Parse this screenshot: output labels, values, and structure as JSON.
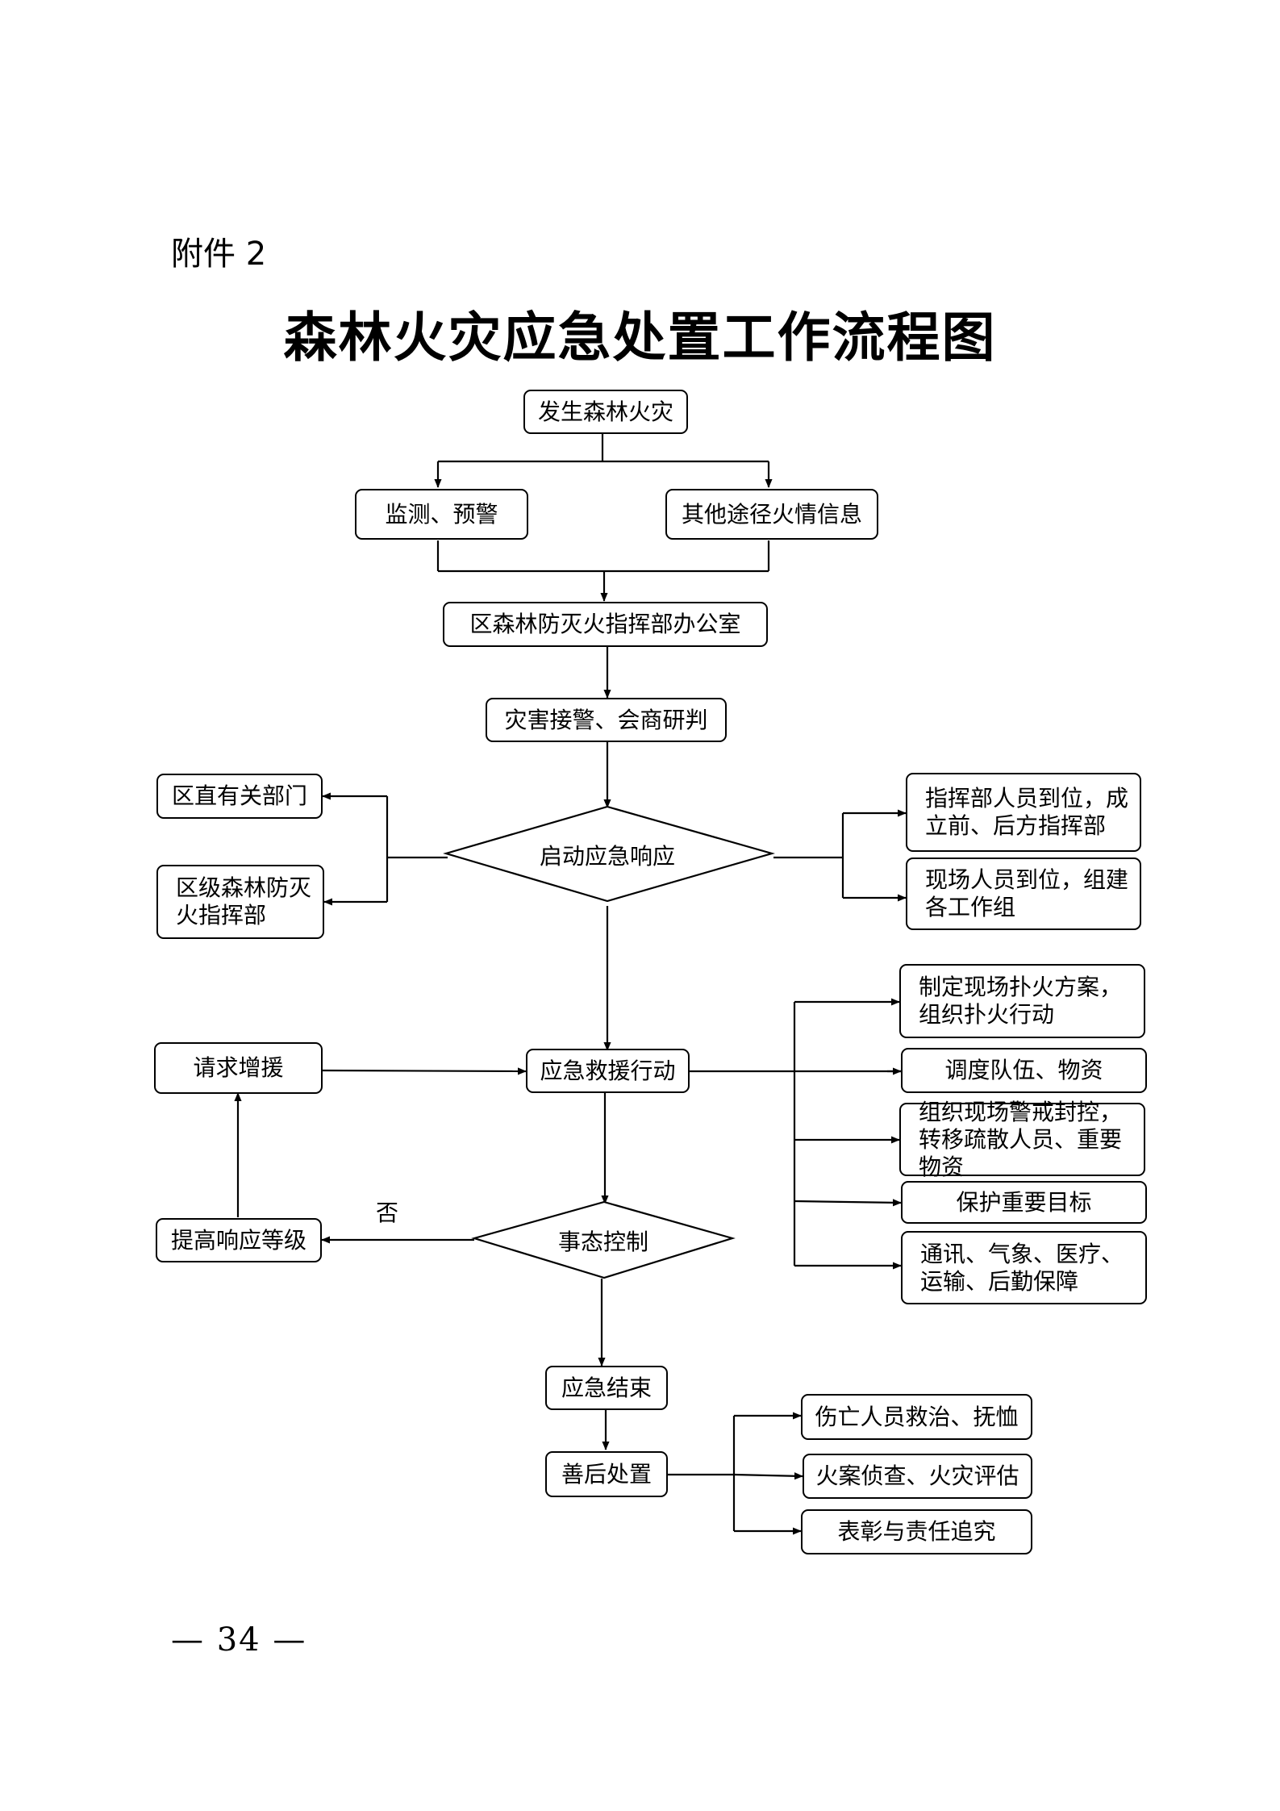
{
  "page_label": "附件 2",
  "title": "森林火灾应急处置工作流程图",
  "nodes": {
    "fire": "发生森林火灾",
    "monitor": "监测、预警",
    "other": "其他途径火情信息",
    "office": "区森林防灭火指挥部办公室",
    "alarm": "灾害接警、会商研判",
    "start": "启动应急响应",
    "dept": "区直有关部门",
    "hq": "区级森林防灭火指挥部",
    "cmd": "指挥部人员到位，成立前、后方指挥部",
    "site": "现场人员到位，组建各工作组",
    "action": "应急救援行动",
    "request": "请求增援",
    "plan": "制定现场扑火方案，组织扑火行动",
    "dispatch": "调度队伍、物资",
    "cordon": "组织现场警戒封控，转移疏散人员、重要物资",
    "protect": "保护重要目标",
    "support": "通讯、气象、医疗、运输、后勤保障",
    "control": "事态控制",
    "raise": "提高响应等级",
    "end": "应急结束",
    "after": "善后处置",
    "rescue": "伤亡人员救治、抚恤",
    "investigate": "火案侦查、火灾评估",
    "commend": "表彰与责任追究"
  },
  "edge_labels": {
    "no": "否"
  },
  "page_number": "— 34 —"
}
